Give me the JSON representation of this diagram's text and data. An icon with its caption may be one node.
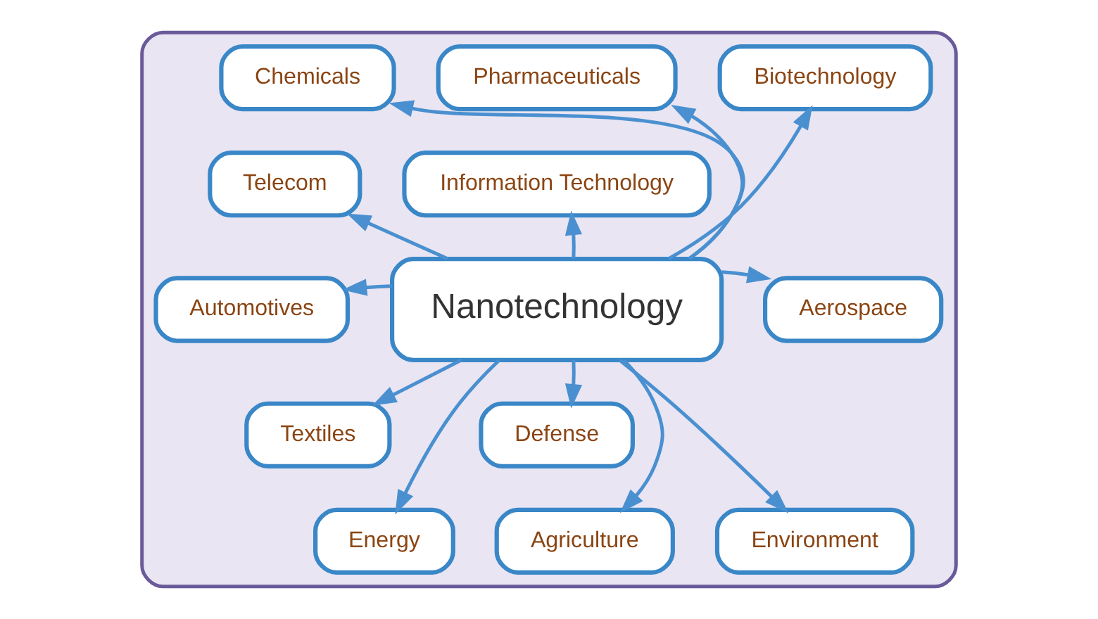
{
  "diagram": {
    "nodes": [
      {
        "text": [],
        "shape": "box"
      },
      {
        "text": [
          "Chemicals"
        ],
        "in": 0
      },
      {
        "text": [
          "Pharmaceuticals"
        ],
        "in": 0
      },
      {
        "text": [
          "Biotechnology"
        ],
        "in": 0
      },
      {
        "text": [
          "Telecom"
        ],
        "in": 0
      },
      {
        "text": [
          "Information Technology"
        ],
        "in": 0
      },
      {
        "text": [
          "Automotives"
        ],
        "in": 0
      },
      {
        "text": [
          "Nanotechnology"
        ],
        "in": 0
      },
      {
        "text": [
          "Aerospace"
        ],
        "in": 0
      },
      {
        "text": [
          "Textiles"
        ],
        "in": 0
      },
      {
        "text": [
          "Defense"
        ],
        "in": 0
      },
      {
        "text": [
          "Energy"
        ],
        "in": 0
      },
      {
        "text": [
          "Agriculture"
        ],
        "in": 0
      },
      {
        "text": [
          "Environment"
        ],
        "in": 0
      }
    ],
    "edges": [
      {
        "from": 7,
        "to": 1,
        "arrow": "to"
      },
      {
        "from": 7,
        "to": 2,
        "arrow": "to"
      },
      {
        "from": 7,
        "to": 3,
        "arrow": "to"
      },
      {
        "from": 7,
        "to": 4,
        "arrow": "to"
      },
      {
        "from": 7,
        "to": 5,
        "arrow": "to"
      },
      {
        "from": 7,
        "to": 6,
        "arrow": "to"
      },
      {
        "from": 7,
        "to": 8,
        "arrow": "to"
      },
      {
        "from": 7,
        "to": 9,
        "arrow": "to"
      },
      {
        "from": 7,
        "to": 10,
        "arrow": "to"
      },
      {
        "from": 7,
        "to": 11,
        "arrow": "to"
      },
      {
        "from": 7,
        "to": 12,
        "arrow": "to"
      },
      {
        "from": 7,
        "to": 13,
        "arrow": "to"
      }
    ]
  }
}
